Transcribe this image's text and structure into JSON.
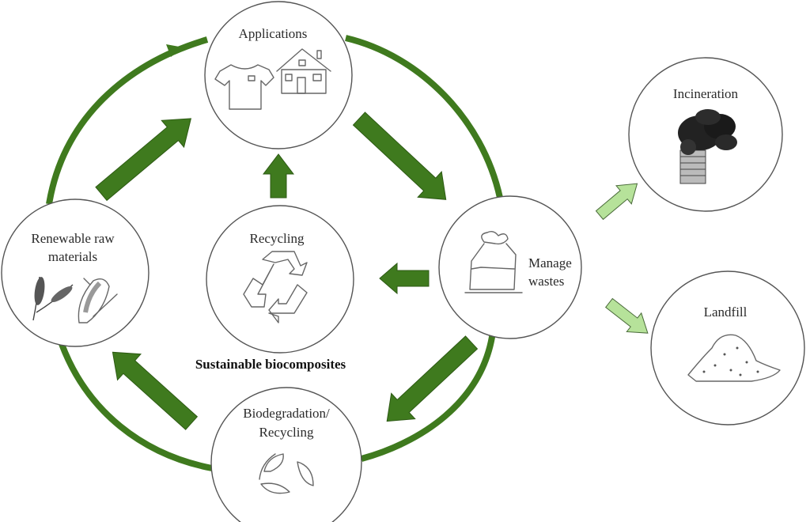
{
  "title": "Sustainable biocomposites",
  "colors": {
    "cycle_arrow": "#3f7a1e",
    "disposal_arrow": "#b6e29a",
    "outline": "#555555"
  },
  "nodes": {
    "applications": {
      "label": "Applications",
      "icons": [
        "t-shirt-icon",
        "house-icon"
      ]
    },
    "renewable": {
      "label_line1": "Renewable raw",
      "label_line2": "materials",
      "icons": [
        "wheat-icon",
        "corn-icon"
      ]
    },
    "recycling": {
      "label": "Recycling",
      "icons": [
        "recycle-icon"
      ]
    },
    "manage_wastes": {
      "label_line1": "Manage",
      "label_line2": "wastes",
      "icons": [
        "garbage-bag-icon"
      ]
    },
    "biodegradation": {
      "label_line1": "Biodegradation/",
      "label_line2": "Recycling",
      "icons": [
        "leaf-globe-icon"
      ]
    },
    "incineration": {
      "label": "Incineration",
      "icons": [
        "smokestack-icon"
      ]
    },
    "landfill": {
      "label": "Landfill",
      "icons": [
        "waste-pile-icon"
      ]
    }
  },
  "arrows": [
    {
      "from": "Renewable raw materials",
      "to": "Applications",
      "style": "cycle"
    },
    {
      "from": "Applications",
      "to": "Manage wastes",
      "style": "cycle"
    },
    {
      "from": "Manage wastes",
      "to": "Recycling",
      "style": "cycle"
    },
    {
      "from": "Recycling",
      "to": "Applications",
      "style": "cycle"
    },
    {
      "from": "Manage wastes",
      "to": "Biodegradation/Recycling",
      "style": "cycle"
    },
    {
      "from": "Biodegradation/Recycling",
      "to": "Renewable raw materials",
      "style": "cycle"
    },
    {
      "from": "Manage wastes",
      "to": "Incineration",
      "style": "disposal"
    },
    {
      "from": "Manage wastes",
      "to": "Landfill",
      "style": "disposal"
    }
  ]
}
